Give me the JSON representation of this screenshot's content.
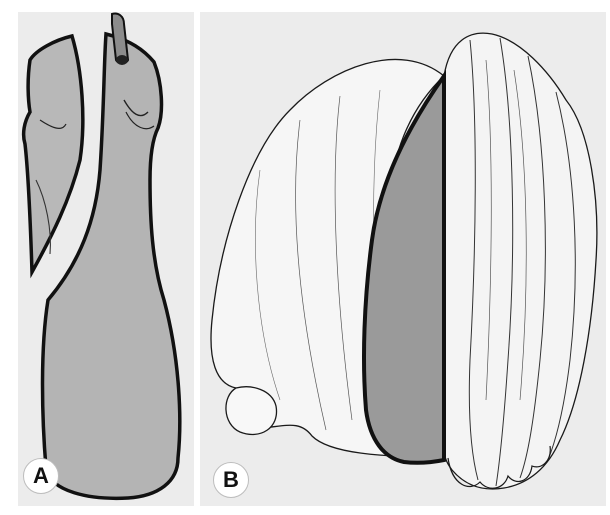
{
  "figure": {
    "panels": [
      {
        "id": "A",
        "label": "A"
      },
      {
        "id": "B",
        "label": "B"
      }
    ]
  },
  "colors": {
    "fill_tissue": "#b4b4b4",
    "fill_section": "#9a9a9a",
    "outline": "#111111",
    "background": "#ececec",
    "label_bg": "#ffffff"
  }
}
